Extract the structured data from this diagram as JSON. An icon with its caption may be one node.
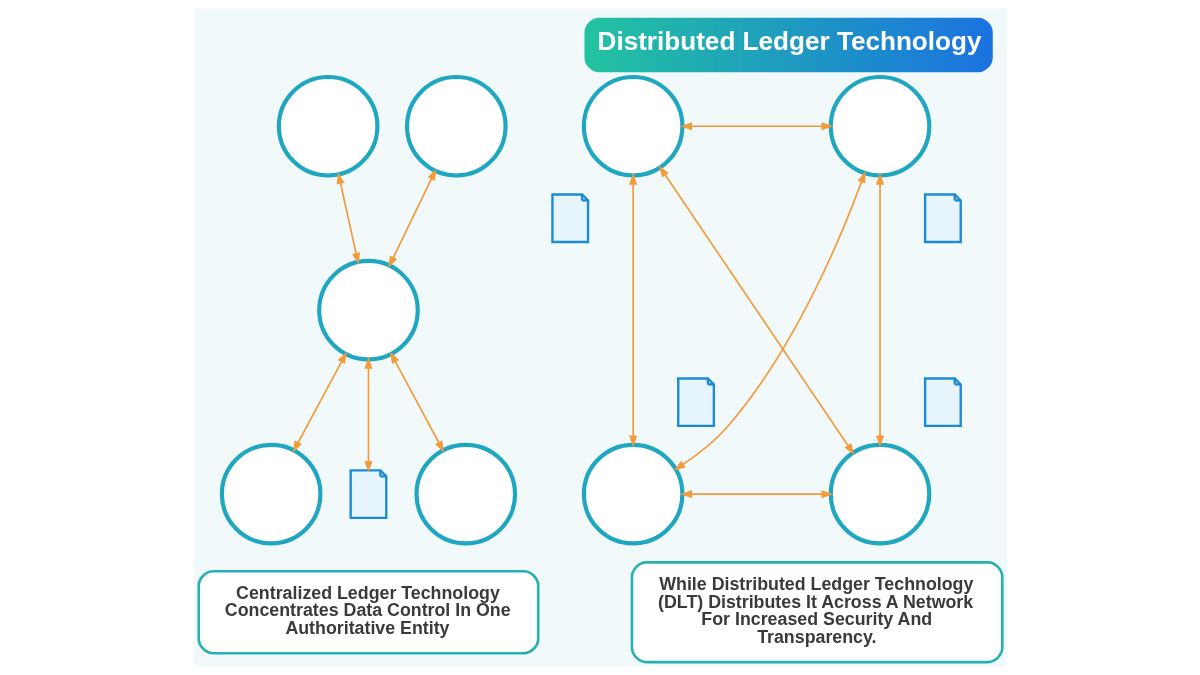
{
  "diagram": {
    "title": "Distributed Ledger Technology",
    "nodes": [
      {
        "text": [],
        "shape": "circle"
      },
      {
        "text": [],
        "shape": "circle"
      },
      {
        "text": [],
        "shape": "circle"
      },
      {
        "text": [],
        "shape": "circle"
      },
      {
        "text": [],
        "shape": "document"
      },
      {
        "text": [],
        "shape": "circle"
      },
      {
        "text": [
          "Centralized Ledger Technology Concentrates Data Control In One Authoritative Entity"
        ]
      },
      {
        "text": [],
        "shape": "circle"
      },
      {
        "text": [],
        "shape": "document"
      },
      {
        "text": [],
        "shape": "circle"
      },
      {
        "text": [],
        "shape": "document"
      },
      {
        "text": [],
        "shape": "document"
      },
      {
        "text": [],
        "shape": "document"
      },
      {
        "text": [],
        "shape": "circle"
      },
      {
        "text": [],
        "shape": "circle"
      },
      {
        "text": [
          "While Distributed Ledger Technology (DLT) Distributes It Across A Network For Increased Security And Transparency."
        ]
      }
    ],
    "edges": [
      {
        "from": 0,
        "to": 2,
        "arrow": "both"
      },
      {
        "from": 1,
        "to": 2,
        "arrow": "both"
      },
      {
        "from": 2,
        "to": 3,
        "arrow": "both"
      },
      {
        "from": 2,
        "to": 4,
        "arrow": "both"
      },
      {
        "from": 2,
        "to": 5,
        "arrow": "both"
      },
      {
        "from": 7,
        "to": 9,
        "arrow": "both"
      },
      {
        "from": 7,
        "to": 13,
        "arrow": "both"
      },
      {
        "from": 9,
        "to": 14,
        "arrow": "both"
      },
      {
        "from": 13,
        "to": 14,
        "arrow": "both"
      },
      {
        "from": 7,
        "to": 14,
        "arrow": "both"
      },
      {
        "from": 9,
        "to": 13,
        "arrow": "both"
      }
    ]
  }
}
